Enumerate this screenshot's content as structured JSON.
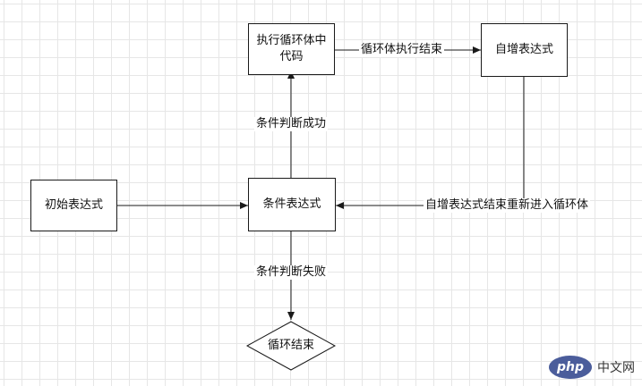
{
  "nodes": {
    "execute_body": "执行循环体中代码",
    "increment": "自增表达式",
    "init": "初始表达式",
    "condition": "条件表达式",
    "loop_end": "循环结束"
  },
  "edges": {
    "body_to_increment": "循环体执行结束",
    "condition_success": "条件判断成功",
    "increment_reenter": "自增表达式结束重新进入循环体",
    "condition_fail": "条件判断失败"
  },
  "watermark": {
    "logo_text": "php",
    "text": "中文网"
  },
  "colors": {
    "line": "#1a1a1a",
    "grid": "#e6e6e6",
    "logo_bg": "#4b5d9b"
  }
}
